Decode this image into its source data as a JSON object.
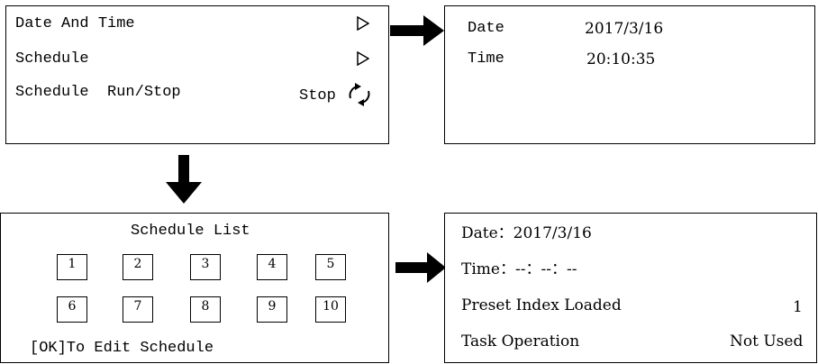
{
  "menu": {
    "items": [
      {
        "label": "Date And Time"
      },
      {
        "label": "Schedule"
      },
      {
        "label": "Schedule  Run/Stop",
        "value": "Stop"
      }
    ]
  },
  "date_time": {
    "date_label": "Date",
    "date_value": "2017/3/16",
    "time_label": "Time",
    "time_value": "20:10:35"
  },
  "schedule_list": {
    "title": "Schedule List",
    "slots": [
      "1",
      "2",
      "3",
      "4",
      "5",
      "6",
      "7",
      "8",
      "9",
      "10"
    ],
    "hint": "[OK]To Edit Schedule"
  },
  "schedule_detail": {
    "date_label": "Date：",
    "date_value": "2017/3/16",
    "time_label": "Time：",
    "time_value": "--：--：--",
    "preset_label": "Preset Index Loaded",
    "preset_value": "1",
    "task_label": "Task Operation",
    "task_value": "Not Used"
  },
  "icons": {
    "submenu": "play-right-icon",
    "toggle": "refresh-cycle-icon",
    "arrow_right": "arrow-right-icon",
    "arrow_down": "arrow-down-icon"
  }
}
